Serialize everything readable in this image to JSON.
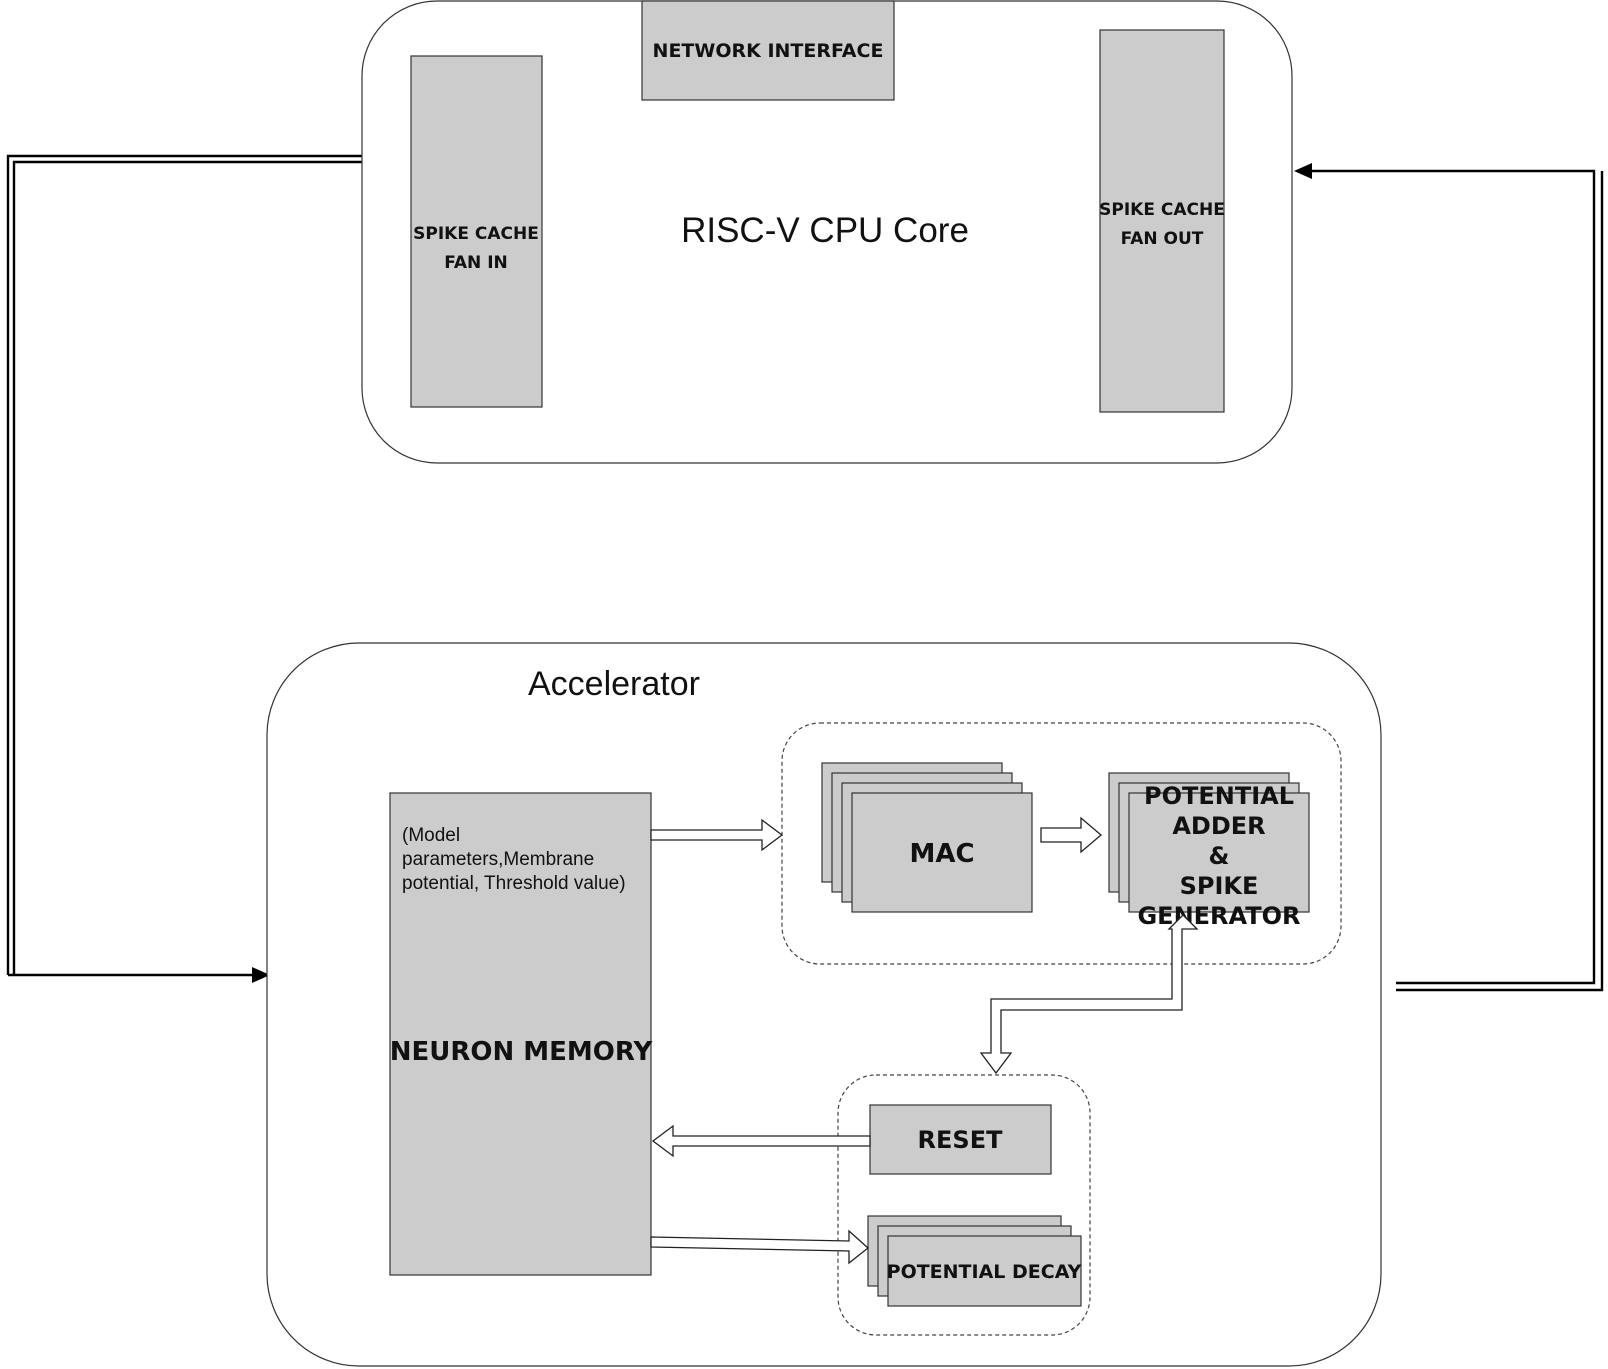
{
  "cpu_core": {
    "title": "RISC-V CPU Core",
    "network_interface": "NETWORK INTERFACE",
    "spike_cache_fan_in": [
      "SPIKE CACHE",
      "FAN IN"
    ],
    "spike_cache_fan_out": [
      "SPIKE CACHE",
      "FAN OUT"
    ]
  },
  "accelerator": {
    "title": "Accelerator",
    "neuron_memory": {
      "note": [
        "(Model",
        "parameters,Membrane",
        "potential, Threshold value)"
      ],
      "label": "NEURON MEMORY"
    },
    "mac": "MAC",
    "potential_adder": [
      "POTENTIAL",
      "ADDER",
      "&",
      "SPIKE",
      "GENERATOR"
    ],
    "reset": "RESET",
    "potential_decay": "POTENTIAL DECAY"
  },
  "colors": {
    "block_fill": "#cccccc",
    "outline": "#333333",
    "background": "#ffffff"
  }
}
